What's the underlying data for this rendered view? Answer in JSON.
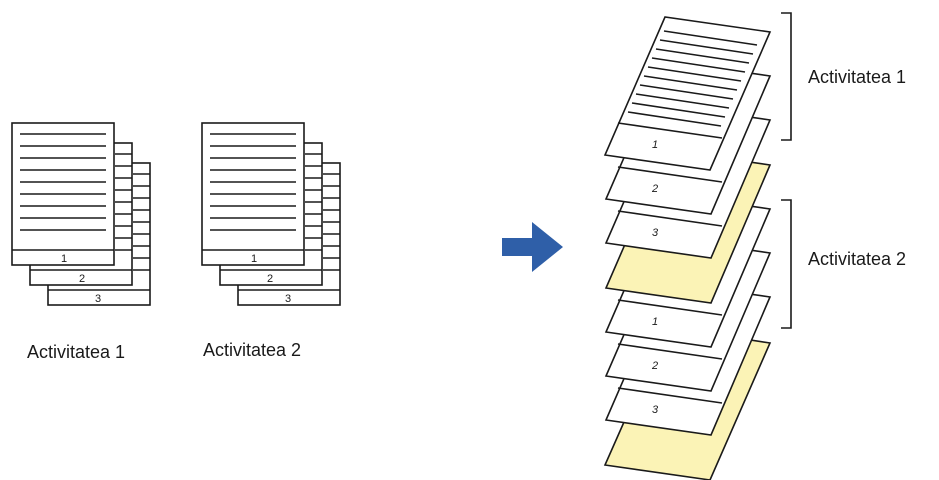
{
  "captions": {
    "job1": "Activitatea 1",
    "job2": "Activitatea 2"
  },
  "right_labels": {
    "job1": "Activitatea 1",
    "job2": "Activitatea 2"
  },
  "page_numbers": [
    "1",
    "2",
    "3"
  ],
  "colors": {
    "arrow": "#2f5fa8",
    "separator_sheet": "#fbf3b6",
    "line": "#1a1a1a",
    "paper": "#ffffff"
  }
}
